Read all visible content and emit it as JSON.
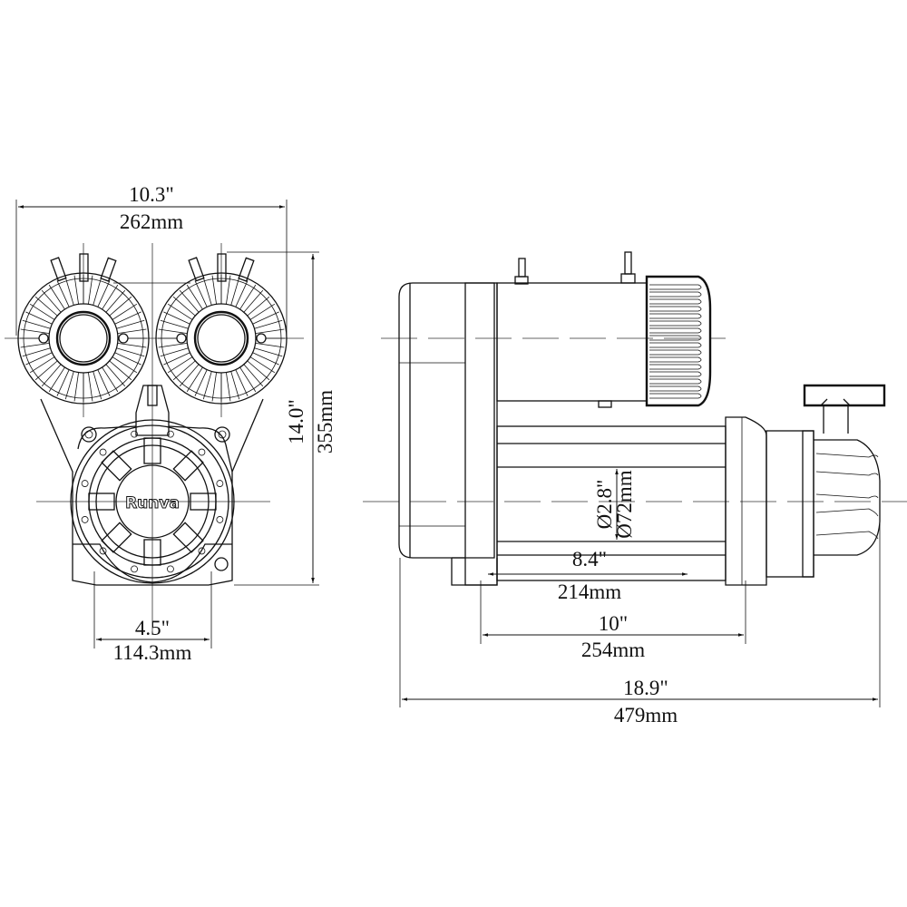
{
  "brand": "Runva",
  "front_view": {
    "width_in": "10.3\"",
    "width_mm": "262mm",
    "height_in": "14.0\"",
    "height_mm": "355mm",
    "mount_in": "4.5\"",
    "mount_mm": "114.3mm"
  },
  "side_view": {
    "drum_dia_in": "Ø2.8\"",
    "drum_dia_mm": "Ø72mm",
    "drum_len_in": "8.4\"",
    "drum_len_mm": "214mm",
    "mount_in": "10\"",
    "mount_mm": "254mm",
    "total_in": "18.9\"",
    "total_mm": "479mm"
  }
}
